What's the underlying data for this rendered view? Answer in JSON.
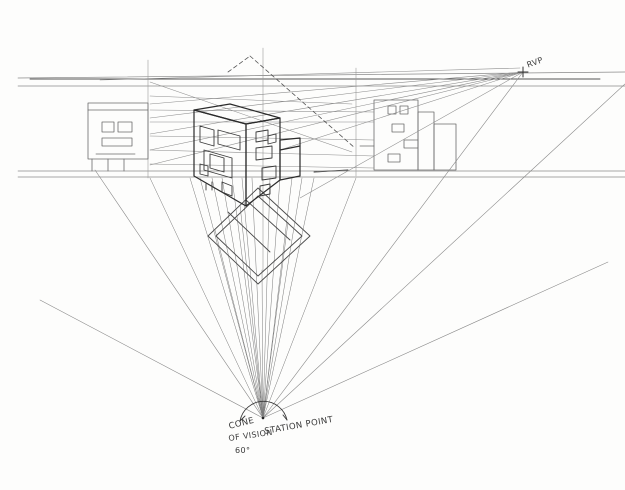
{
  "labels": {
    "cone_line1": "CONE",
    "cone_line2": "OF VISION",
    "cone_angle": "60°",
    "station_point": "STATION POINT",
    "rvp": "RVP"
  },
  "colors": {
    "paper": "#fdfdfc",
    "graphite_dark": "#2b2b2b",
    "graphite_mid": "#6e6e6e",
    "graphite_light": "#a9a9a9"
  }
}
